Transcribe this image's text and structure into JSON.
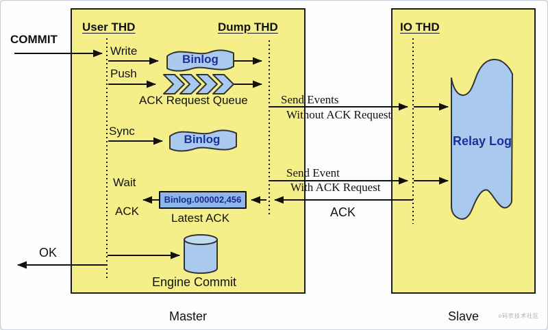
{
  "panels": {
    "master": {
      "label": "Master"
    },
    "slave": {
      "label": "Slave"
    }
  },
  "threads": {
    "user": "User THD",
    "dump": "Dump THD",
    "io": "IO THD"
  },
  "steps": {
    "commit": "COMMIT",
    "write": "Write",
    "push": "Push",
    "sync": "Sync",
    "wait": "Wait",
    "ack": "ACK",
    "ok": "OK"
  },
  "artifacts": {
    "binlog_write": "Binlog",
    "binlog_sync": "Binlog",
    "ack_request_queue": "ACK Request Queue",
    "latest_ack_value": "Binlog.000002,456",
    "latest_ack_caption": "Latest ACK",
    "engine_commit": "Engine Commit",
    "relay_log": "Relay Log"
  },
  "messages": {
    "send_events_1": "Send Events",
    "send_events_2": "Without ACK Request",
    "send_event_1": "Send Event",
    "send_event_2": "With ACK Request",
    "ack_reply": "ACK"
  },
  "watermark": "o码农技术社区",
  "colors": {
    "panel_fill": "#f5ef8a",
    "panel_border": "#1a1a1a",
    "shape_fill": "#a9c9ee",
    "shape_stroke": "#333333",
    "ack_box_fill": "#8fb6e8",
    "shape_text": "#1c2f9c",
    "line": "#111111",
    "page_bg": "#fdfdfd"
  }
}
